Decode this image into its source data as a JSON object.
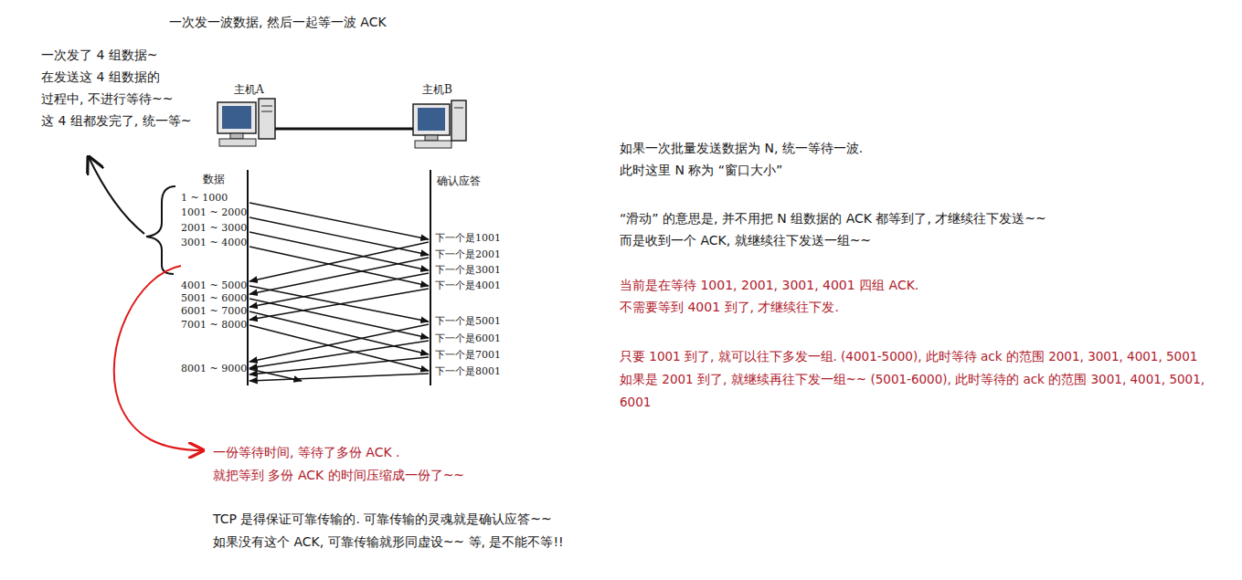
{
  "diagram": {
    "title": "一次发一波数据, 然后一起等一波 ACK",
    "labels": [
      "一次发了 4 组数据~",
      "在发送这 4 组数据的",
      "过程中, 不进行等待~~",
      "这 4 组都发完了, 统一等~",
      "主机A",
      "主机B",
      "数据",
      "确认应答",
      "1 ~ 1000",
      "1001 ~ 2000",
      "2001 ~ 3000",
      "3001 ~ 4000",
      "4001 ~ 5000",
      "5001 ~ 6000",
      "6001 ~ 7000",
      "7001 ~ 8000",
      "8001 ~ 9000",
      "下一个是1001",
      "下一个是2001",
      "下一个是3001",
      "下一个是4001",
      "下一个是5001",
      "下一个是6001",
      "下一个是7001",
      "下一个是8001",
      "一份等待时间, 等待了多份 ACK .",
      "就把等到 多份 ACK 的时间压缩成一份了~~",
      "TCP 是得保证可靠传输的. 可靠传输的灵魂就是确认应答~~",
      "如果没有这个 ACK, 可靠传输就形同虚设~~ 等, 是不能不等!!",
      "如果一次批量发送数据为 N, 统一等待一波.",
      "此时这里 N 称为 “窗口大小”",
      "“滑动” 的意思是, 并不用把 N 组数据的 ACK 都等到了, 才继续往下发送~~",
      "而是收到一个 ACK, 就继续往下发送一组~~",
      "当前是在等待 1001, 2001, 3001, 4001 四组 ACK.",
      "不需要等到 4001 到了, 才继续往下发.",
      "只要 1001 到了, 就可以往下多发一组. (4001-5000), 此时等待 ack 的范围 2001, 3001, 4001, 5001",
      "如果是 2001 到了, 就继续再往下发一组~~ (5001-6000), 此时等待的 ack 的范围 3001, 4001, 5001, 6001"
    ]
  }
}
